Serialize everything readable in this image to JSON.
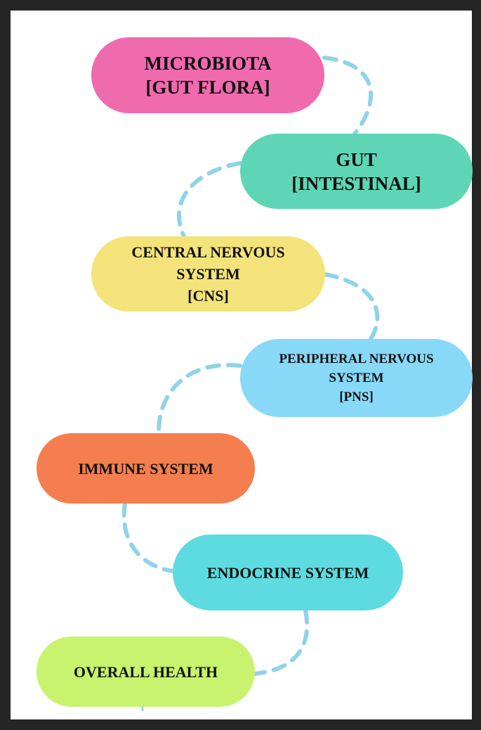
{
  "diagram": {
    "nodes": [
      {
        "id": "microbiota",
        "lines": [
          "MICROBIOTA",
          "[GUT FLORA]"
        ],
        "color": "#f06aae"
      },
      {
        "id": "gut",
        "lines": [
          "GUT",
          "[INTESTINAL]"
        ],
        "color": "#5ed6b6"
      },
      {
        "id": "cns",
        "lines": [
          "CENTRAL NERVOUS",
          "SYSTEM",
          "[CNS]"
        ],
        "color": "#f3e37a"
      },
      {
        "id": "pns",
        "lines": [
          "PERIPHERAL NERVOUS",
          "SYSTEM",
          "[PNS]"
        ],
        "color": "#88d8f7"
      },
      {
        "id": "immune",
        "lines": [
          "IMMUNE SYSTEM"
        ],
        "color": "#f47e4f"
      },
      {
        "id": "endocrine",
        "lines": [
          "ENDOCRINE SYSTEM"
        ],
        "color": "#5ddbe0"
      },
      {
        "id": "overall",
        "lines": [
          "OVERALL HEALTH"
        ],
        "color": "#c7f36f"
      }
    ],
    "connector_color": "#8fd3e9",
    "edges": [
      [
        "microbiota",
        "gut"
      ],
      [
        "gut",
        "cns"
      ],
      [
        "cns",
        "pns"
      ],
      [
        "pns",
        "immune"
      ],
      [
        "immune",
        "endocrine"
      ],
      [
        "endocrine",
        "overall"
      ]
    ]
  }
}
